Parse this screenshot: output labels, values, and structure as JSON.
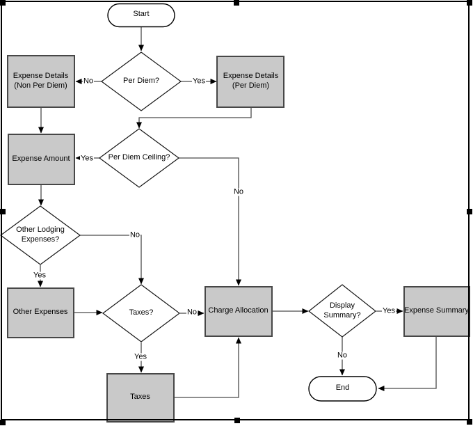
{
  "flowchart": {
    "nodes": {
      "start": {
        "label": "Start",
        "type": "terminator"
      },
      "per_diem": {
        "label": "Per Diem?",
        "type": "decision"
      },
      "details_non_per_diem": {
        "label": "Expense Details\n(Non Per Diem)",
        "type": "process"
      },
      "details_per_diem": {
        "label": "Expense Details\n(Per Diem)",
        "type": "process"
      },
      "expense_amount": {
        "label": "Expense Amount",
        "type": "process"
      },
      "per_diem_ceiling": {
        "label": "Per Diem Ceiling?",
        "type": "decision"
      },
      "other_lodging": {
        "label": "Other Lodging\nExpenses?",
        "type": "decision"
      },
      "other_expenses": {
        "label": "Other Expenses",
        "type": "process"
      },
      "taxes_decision": {
        "label": "Taxes?",
        "type": "decision"
      },
      "charge_allocation": {
        "label": "Charge Allocation",
        "type": "process"
      },
      "display_summary": {
        "label": "Display\nSummary?",
        "type": "decision"
      },
      "expense_summary": {
        "label": "Expense Summary",
        "type": "process"
      },
      "taxes": {
        "label": "Taxes",
        "type": "process"
      },
      "end": {
        "label": "End",
        "type": "terminator"
      }
    },
    "edge_labels": {
      "per_diem_no": "No",
      "per_diem_yes": "Yes",
      "ceiling_yes": "Yes",
      "ceiling_no": "No",
      "lodging_no": "No",
      "lodging_yes": "Yes",
      "taxes_no": "No",
      "taxes_yes": "Yes",
      "display_yes": "Yes",
      "display_no": "No"
    },
    "colors": {
      "process_fill": "#c9c9c9",
      "process_border": "#474747",
      "decision_fill": "#ffffff",
      "outline": "#000000",
      "connector": "#4a4a4a",
      "selection_handle": "#000000",
      "text": "#000000"
    }
  }
}
